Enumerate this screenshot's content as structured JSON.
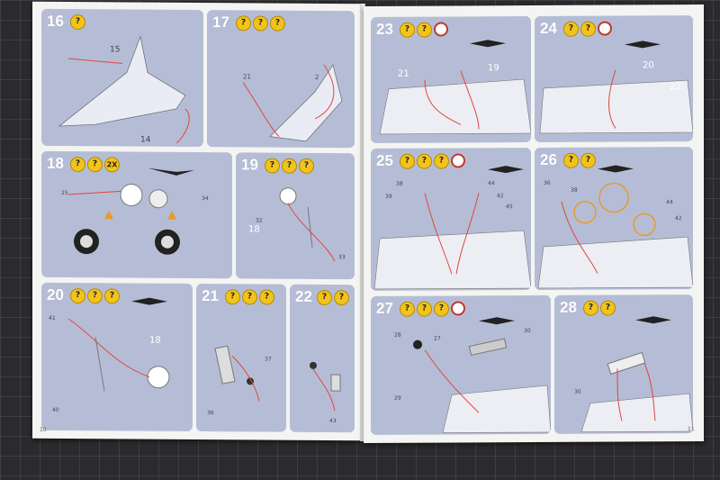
{
  "booklet": {
    "left_page_number": "10",
    "right_page_number": "11"
  },
  "steps": [
    {
      "id": "16",
      "icons": [
        "?"
      ],
      "parts": [
        "15",
        "14"
      ]
    },
    {
      "id": "17",
      "icons": [
        "?",
        "?",
        "?"
      ],
      "parts": [
        "21",
        "2"
      ]
    },
    {
      "id": "18",
      "icons": [
        "?",
        "?",
        "2X"
      ],
      "parts": [
        "25",
        "34"
      ]
    },
    {
      "id": "19",
      "icons": [
        "?",
        "?",
        "?"
      ],
      "parts": [
        "18",
        "32",
        "33"
      ]
    },
    {
      "id": "20",
      "icons": [
        "?",
        "?",
        "?"
      ],
      "parts": [
        "41",
        "18",
        "40"
      ]
    },
    {
      "id": "21",
      "icons": [
        "?",
        "?",
        "?"
      ],
      "parts": [
        "37",
        "36"
      ]
    },
    {
      "id": "22",
      "icons": [
        "?",
        "?",
        "?"
      ],
      "parts": [
        "43"
      ]
    },
    {
      "id": "23",
      "icons": [
        "?",
        "?",
        "clock"
      ],
      "parts": [
        "21",
        "19"
      ]
    },
    {
      "id": "24",
      "icons": [
        "?",
        "?",
        "clock"
      ],
      "parts": [
        "20",
        "22"
      ]
    },
    {
      "id": "25",
      "icons": [
        "?",
        "?",
        "?",
        "clock"
      ],
      "parts": [
        "38",
        "39",
        "44",
        "42",
        "45"
      ]
    },
    {
      "id": "26",
      "icons": [
        "?",
        "?"
      ],
      "parts": [
        "36",
        "38",
        "44",
        "42"
      ]
    },
    {
      "id": "27",
      "icons": [
        "?",
        "?",
        "?",
        "clock"
      ],
      "parts": [
        "28",
        "27",
        "29",
        "30"
      ]
    },
    {
      "id": "28",
      "icons": [
        "?",
        "?"
      ],
      "parts": [
        "30"
      ]
    }
  ],
  "colors": {
    "panel": "#b5bdd6",
    "icon_yellow": "#f2c31a",
    "arrow_red": "#e0463c",
    "accent_orange": "#e89a2c"
  }
}
